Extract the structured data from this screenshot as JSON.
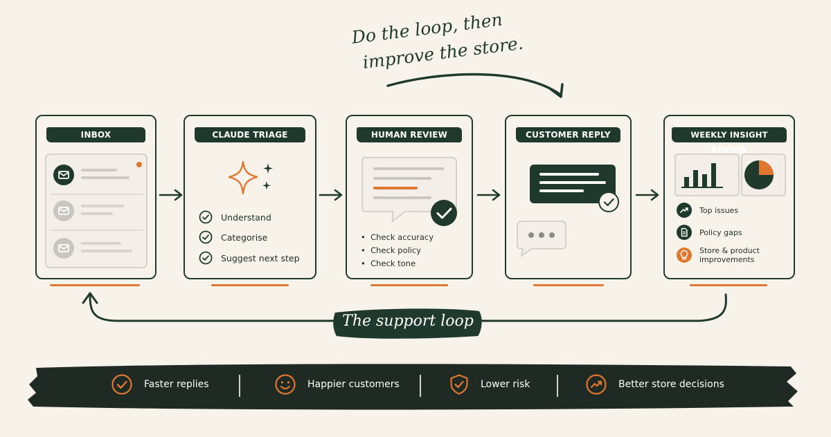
{
  "annotation": {
    "line1": "Do the loop, then",
    "line2": "improve the store."
  },
  "stages": [
    {
      "title": "INBOX"
    },
    {
      "title": "CLAUDE TRIAGE",
      "items": [
        "Understand",
        "Categorise",
        "Suggest next step"
      ]
    },
    {
      "title": "HUMAN REVIEW",
      "items": [
        "Check accuracy",
        "Check policy",
        "Check tone"
      ]
    },
    {
      "title": "CUSTOMER REPLY"
    },
    {
      "title": "WEEKLY INSIGHT REVIEW",
      "items": [
        "Top issues",
        "Policy gaps",
        "Store & product improvements"
      ]
    }
  ],
  "loop_label": "The support loop",
  "benefits": [
    {
      "label": "Faster replies",
      "icon": "check-circle-icon"
    },
    {
      "label": "Happier customers",
      "icon": "smiley-icon"
    },
    {
      "label": "Lower risk",
      "icon": "shield-check-icon"
    },
    {
      "label": "Better store decisions",
      "icon": "trend-up-icon"
    }
  ],
  "colors": {
    "dark_green": "#1f3a2d",
    "accent_orange": "#e0772e",
    "background": "#f8f3ea",
    "muted_grey": "#c9c6c0"
  }
}
